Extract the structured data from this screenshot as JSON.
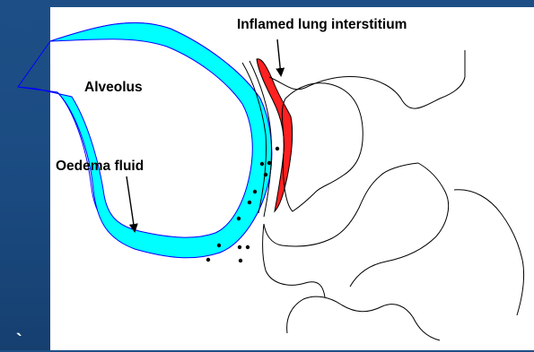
{
  "labels": {
    "interstitium": "Inflamed lung interstitium",
    "alveolus": "Alveolus",
    "oedema": "Oedema fluid"
  },
  "corner_mark": "`",
  "colors": {
    "background": "#1b4c83",
    "panel": "#ffffff",
    "fluid": "#00ffff",
    "fluid_outline": "#0000ff",
    "inflamed": "#ff0000",
    "ink": "#000000"
  }
}
